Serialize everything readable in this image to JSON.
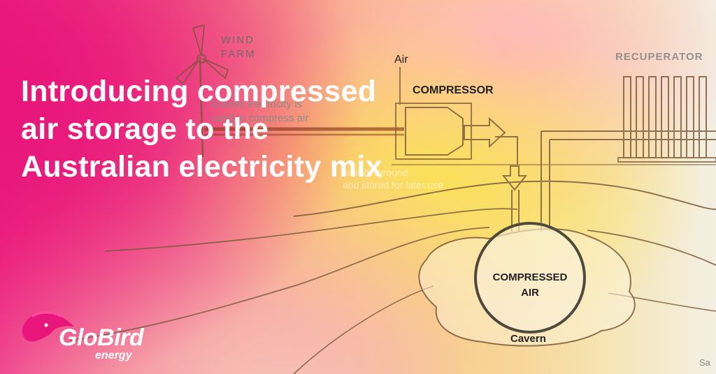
{
  "headline": {
    "line1": "Introducing compressed",
    "line2": "air storage to the",
    "line3": "Australian electricity mix"
  },
  "diagram": {
    "wind_label_1": "WIND",
    "wind_label_2": "FARM",
    "air_label": "Air",
    "compressor_label": "COMPRESSOR",
    "recuperator_label": "RECUPERATOR",
    "excess_line_1": "Excess electricity is",
    "excess_line_2": "used to compress air",
    "underground_line_1": "is underground",
    "underground_line_2": "and stored for later use",
    "chamber_line_1": "COMPRESSED",
    "chamber_line_2": "AIR",
    "cavern_label": "Cavern",
    "corner_label": "Sa"
  },
  "logo": {
    "word": "GloBird",
    "sub": "energy",
    "icon": "bird-head-icon"
  },
  "colors": {
    "brand_pink": "#e8157a",
    "accent_yellow": "#fbe15a",
    "line_brown": "#7a5a3a",
    "headline_text": "#ffffff"
  }
}
